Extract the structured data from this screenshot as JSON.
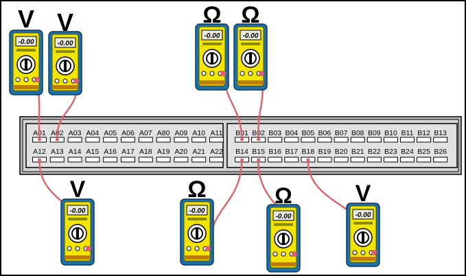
{
  "connector": {
    "left_block": {
      "top_row": [
        "A01",
        "A02",
        "A03",
        "A04",
        "A05",
        "A06",
        "A07",
        "A80",
        "A09",
        "A10",
        "A11"
      ],
      "bottom_row": [
        "A12",
        "A13",
        "A14",
        "A15",
        "A16",
        "A17",
        "A18",
        "A19",
        "A20",
        "A21",
        "A22"
      ]
    },
    "right_block": {
      "top_row": [
        "B01",
        "B02",
        "B03",
        "B04",
        "B05",
        "B06",
        "B07",
        "B08",
        "B09",
        "B10",
        "B11",
        "B12",
        "B13"
      ],
      "bottom_row": [
        "B14",
        "B15",
        "B16",
        "B17",
        "B18",
        "B19",
        "B20",
        "B21",
        "B22",
        "B23",
        "B24",
        "B25",
        "B26"
      ]
    }
  },
  "meters": [
    {
      "id": "m1",
      "mode": "V",
      "display": "-0.00",
      "probe_pin": "A01"
    },
    {
      "id": "m2",
      "mode": "V",
      "display": "-0.00",
      "probe_pin": "A02"
    },
    {
      "id": "m3",
      "mode": "Ω",
      "display": "-0.00",
      "probe_pin": "B01"
    },
    {
      "id": "m4",
      "mode": "Ω",
      "display": "-0.00",
      "probe_pin": "B02"
    },
    {
      "id": "m5",
      "mode": "V",
      "display": "-0.00",
      "probe_pin": "A12"
    },
    {
      "id": "m6",
      "mode": "Ω",
      "display": "-0.00",
      "probe_pin": "B14"
    },
    {
      "id": "m7",
      "mode": "Ω",
      "display": "-0.00",
      "probe_pin": "B15"
    },
    {
      "id": "m8",
      "mode": "V",
      "display": "-0.00",
      "probe_pin": "B18"
    }
  ],
  "colors": {
    "meter_body": "#1f6fa8",
    "meter_face": "#f2e600",
    "probe_wire": "#e0606a",
    "connector_shell": "#c8c8c8",
    "pin_box": "#ffffff"
  }
}
